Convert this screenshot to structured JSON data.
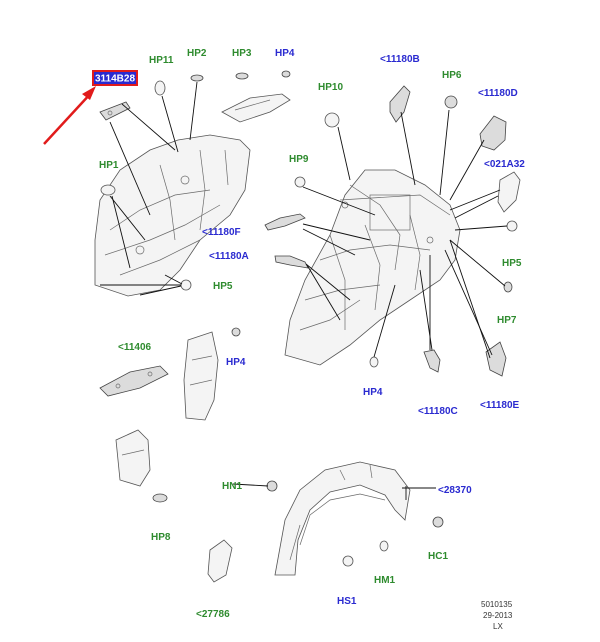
{
  "diagram": {
    "highlight_label": "3114B28",
    "labels": {
      "hp11": "HP11",
      "hp2": "HP2",
      "hp3": "HP3",
      "hp4_top": "HP4",
      "c11180b": "<11180B",
      "hp6": "HP6",
      "hp10": "HP10",
      "c11180d": "<11180D",
      "hp1": "HP1",
      "hp9": "HP9",
      "c021a32": "<021A32",
      "c11180f": "<11180F",
      "c11180a": "<11180A",
      "hp5_left": "HP5",
      "hp5_right": "HP5",
      "hp7": "HP7",
      "c11406": "<11406",
      "hp4_mid": "HP4",
      "hp4_low": "HP4",
      "c11180c": "<11180C",
      "c11180e": "<11180E",
      "hp8": "HP8",
      "hn1": "HN1",
      "c28370": "<28370",
      "hc1": "HC1",
      "hm1": "HM1",
      "hs1": "HS1",
      "c27786": "<27786"
    },
    "footer": {
      "line1": "5010135",
      "line2": "29-2013",
      "line3": "LX"
    },
    "colors": {
      "green_label": "#2e8b2e",
      "blue_label": "#2a2ad0",
      "highlight": "#e11b1b"
    }
  }
}
